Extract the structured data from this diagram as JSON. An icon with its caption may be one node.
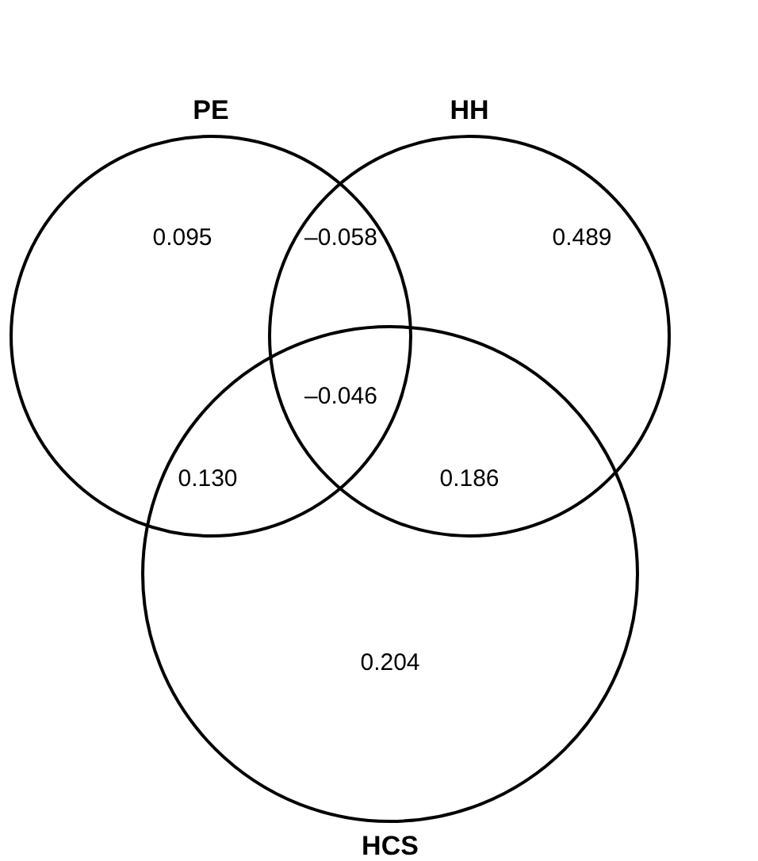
{
  "diagram": {
    "nodes": [
      {
        "text": [
          "PE"
        ]
      },
      {
        "text": [
          "HH"
        ]
      },
      {
        "text": [
          "HCS"
        ]
      }
    ],
    "labels": [
      "0.095",
      "–0.058",
      "0.489",
      "–0.046",
      "0.130",
      "0.186",
      "0.204"
    ]
  }
}
